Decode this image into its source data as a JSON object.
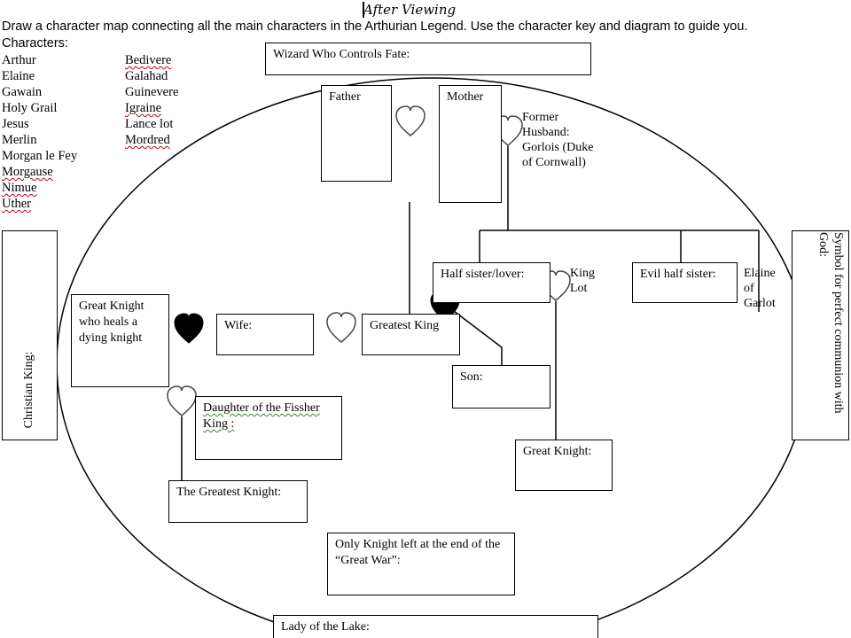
{
  "header": {
    "title": "After Viewing",
    "instructions": "Draw a character map connecting all the main characters in the Arthurian Legend. Use the character key and diagram to guide you.",
    "characters_heading": "Characters:"
  },
  "characters": {
    "col1": [
      "Arthur",
      "Elaine",
      "Gawain",
      "Holy Grail",
      "Jesus",
      "Merlin",
      "Morgan le Fey",
      "Morgause",
      "Nimue",
      "Uther"
    ],
    "col2": [
      "Bedivere",
      "Galahad",
      "Guinevere",
      "Igraine",
      "Lance lot",
      "Mordred"
    ]
  },
  "diagram": {
    "wizard": "Wizard Who Controls Fate:",
    "father": "Father",
    "mother": "Mother",
    "former_husband": "Former Husband: Gorlois (Duke of Cornwall)",
    "christian_king": "Christian King:",
    "symbol_god": "Symbol for perfect communion with God:",
    "half_sister_lover": "Half sister/lover:",
    "king_lot": "King Lot",
    "evil_half_sister": "Evil half sister:",
    "elaine_garlot": "Elaine of Garlot",
    "great_knight_heals": "Great Knight who heals a dying knight",
    "wife": "Wife:",
    "greatest_king": "Greatest King",
    "son": "Son:",
    "daughter_fisher_king": "Daughter of the Fissher King :",
    "great_knight": "Great Knight:",
    "greatest_knight": "The Greatest Knight:",
    "only_knight": "Only Knight left at the end of the “Great War”:",
    "lady_lake": "Lady of the Lake:"
  }
}
